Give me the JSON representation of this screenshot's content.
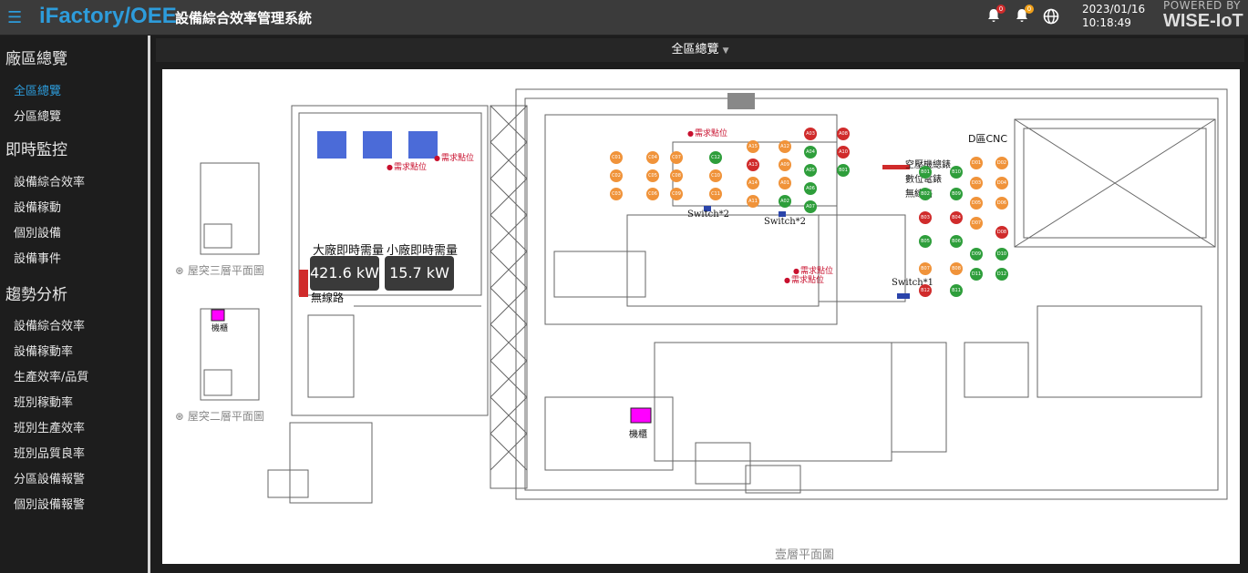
{
  "header": {
    "menu_icon": "hamburger-icon",
    "brand": "iFactory/OEE",
    "system_name": "設備綜合效率管理系統",
    "alert_badge_1": "0",
    "alert_badge_2": "0",
    "date": "2023/01/16",
    "time": "10:18:49",
    "powered_by": "POWERED BY",
    "vendor": "WISE-IoT"
  },
  "sidebar": {
    "sections": [
      {
        "title": "廠區總覽",
        "items": [
          "全區總覽",
          "分區總覽"
        ]
      },
      {
        "title": "即時監控",
        "items": [
          "設備綜合效率",
          "設備稼動",
          "個別設備",
          "設備事件"
        ]
      },
      {
        "title": "趨勢分析",
        "items": [
          "設備綜合效率",
          "設備稼動率",
          "生產效率/品質",
          "班別稼動率",
          "班別生產效率",
          "班別品質良率",
          "分區設備報警",
          "個別設備報警"
        ]
      }
    ],
    "active_item": "全區總覽"
  },
  "main": {
    "view_selector": "全區總覽",
    "floor_title": "壹層平面圖",
    "roof3_title": "屋突三層平面圖",
    "roof2_title": "屋突二層平面圖",
    "big_plant_label": "大廠即時需量",
    "big_plant_value": "421.6 kW",
    "small_plant_label": "小廠即時需量",
    "small_plant_value": "15.7 kW",
    "wireless": "無線路",
    "cabinet": "機櫃",
    "zone_d": "D區CNC",
    "compressor": "空壓機總錶",
    "digital_meter": "數位電錶",
    "wireless2": "無線路",
    "demand_point": "需求點位",
    "switch2a": "Switch*2",
    "switch2b": "Switch*2",
    "switch1": "Switch*1"
  },
  "machines": {
    "left_orange": [
      "C01",
      "C02",
      "C03",
      "C04",
      "C05",
      "C06",
      "C07",
      "C08",
      "C09",
      "C10",
      "C11",
      "C12"
    ],
    "center_mixed": [
      "A15",
      "A13",
      "A14",
      "A11",
      "A12",
      "A09",
      "A01",
      "A02",
      "A03",
      "A04",
      "A05",
      "A06",
      "A07",
      "A08",
      "A10",
      "B01"
    ],
    "d_zone": [
      "D01",
      "D02",
      "D03",
      "D04",
      "D05",
      "D06",
      "D07",
      "D08",
      "D09",
      "D10",
      "D11",
      "D12"
    ],
    "b_zone": [
      "B01",
      "B02",
      "B03",
      "B04",
      "B05",
      "B06",
      "B07",
      "B08",
      "B09",
      "B10",
      "B11",
      "B12"
    ]
  },
  "colors": {
    "accent": "#2d9cdb",
    "running": "#2e9e3b",
    "idle": "#f0933a",
    "alarm": "#d02b2b"
  }
}
